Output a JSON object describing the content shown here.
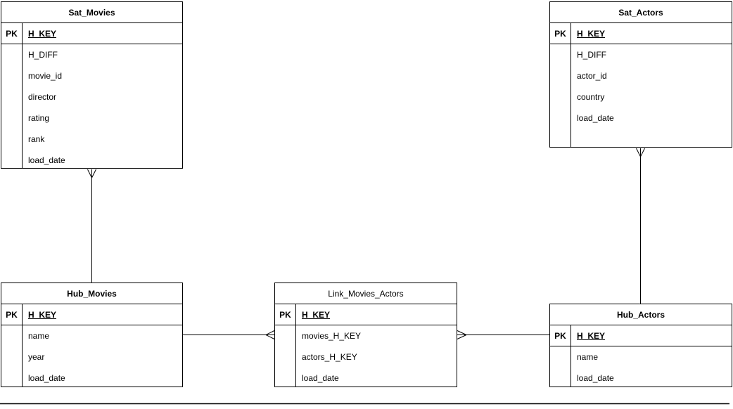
{
  "colors": {
    "border": "#000000",
    "background": "#ffffff",
    "text": "#000000"
  },
  "entities": [
    {
      "id": "sat_movies",
      "title": "Sat_Movies",
      "pk_label": "PK",
      "pk_field": "H_KEY",
      "attributes": [
        "H_DIFF",
        "movie_id",
        "director",
        "rating",
        "rank",
        "load_date"
      ]
    },
    {
      "id": "sat_actors",
      "title": "Sat_Actors",
      "pk_label": "PK",
      "pk_field": "H_KEY",
      "attributes": [
        "H_DIFF",
        "actor_id",
        "country",
        "load_date"
      ]
    },
    {
      "id": "hub_movies",
      "title": "Hub_Movies",
      "pk_label": "PK",
      "pk_field": "H_KEY",
      "attributes": [
        "name",
        "year",
        "load_date"
      ]
    },
    {
      "id": "link_movies_actors",
      "title": "Link_Movies_Actors",
      "pk_label": "PK",
      "pk_field": "H_KEY",
      "attributes": [
        "movies_H_KEY",
        "actors_H_KEY",
        "load_date"
      ]
    },
    {
      "id": "hub_actors",
      "title": "Hub_Actors",
      "pk_label": "PK",
      "pk_field": "H_KEY",
      "attributes": [
        "name",
        "load_date"
      ]
    }
  ],
  "relationships": [
    {
      "from": "Hub_Movies",
      "to": "Sat_Movies",
      "many_side": "Sat_Movies",
      "notation": "crow-foot"
    },
    {
      "from": "Hub_Actors",
      "to": "Sat_Actors",
      "many_side": "Sat_Actors",
      "notation": "crow-foot"
    },
    {
      "from": "Hub_Movies",
      "to": "Link_Movies_Actors",
      "many_side": "Link_Movies_Actors",
      "notation": "crow-foot"
    },
    {
      "from": "Hub_Actors",
      "to": "Link_Movies_Actors",
      "many_side": "Link_Movies_Actors",
      "notation": "crow-foot"
    }
  ]
}
